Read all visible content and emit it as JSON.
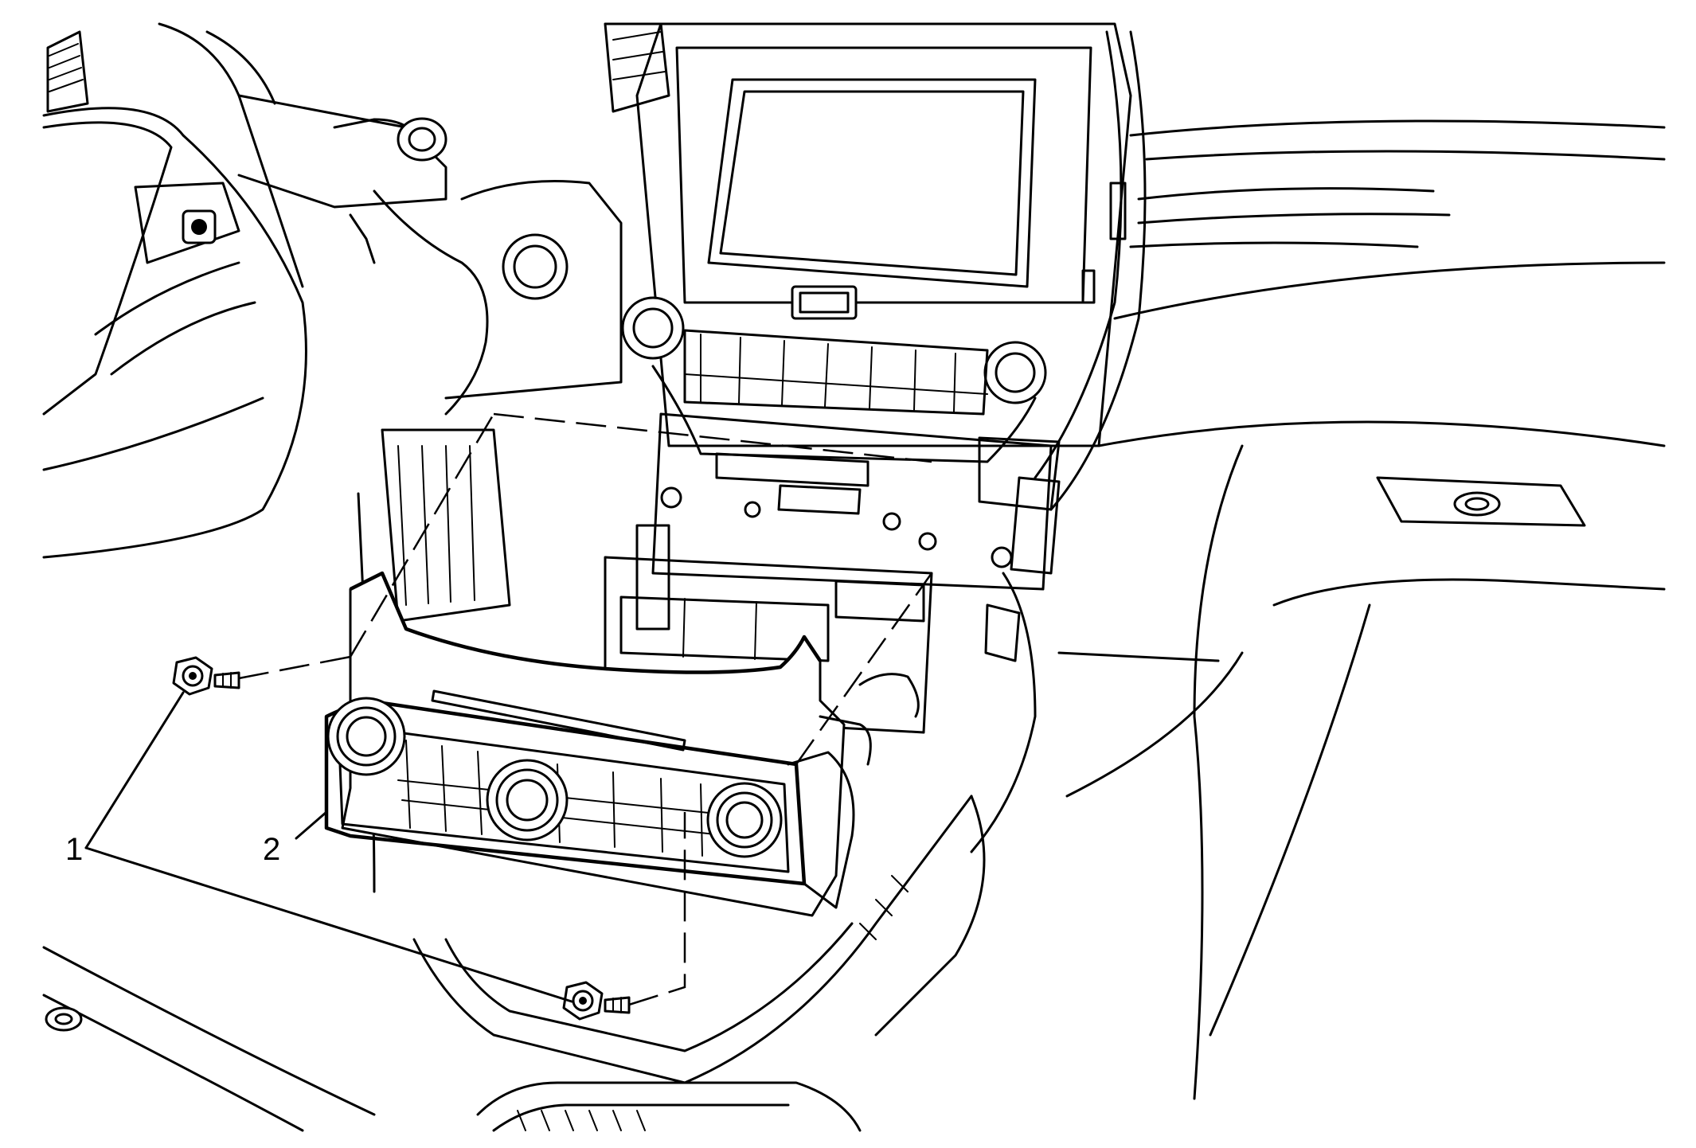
{
  "figure": {
    "callouts": [
      {
        "number": "1",
        "part": "fastener"
      },
      {
        "number": "2",
        "part": "hvac-control-module"
      }
    ],
    "colors": {
      "line": "#000000",
      "background": "#ffffff"
    }
  }
}
